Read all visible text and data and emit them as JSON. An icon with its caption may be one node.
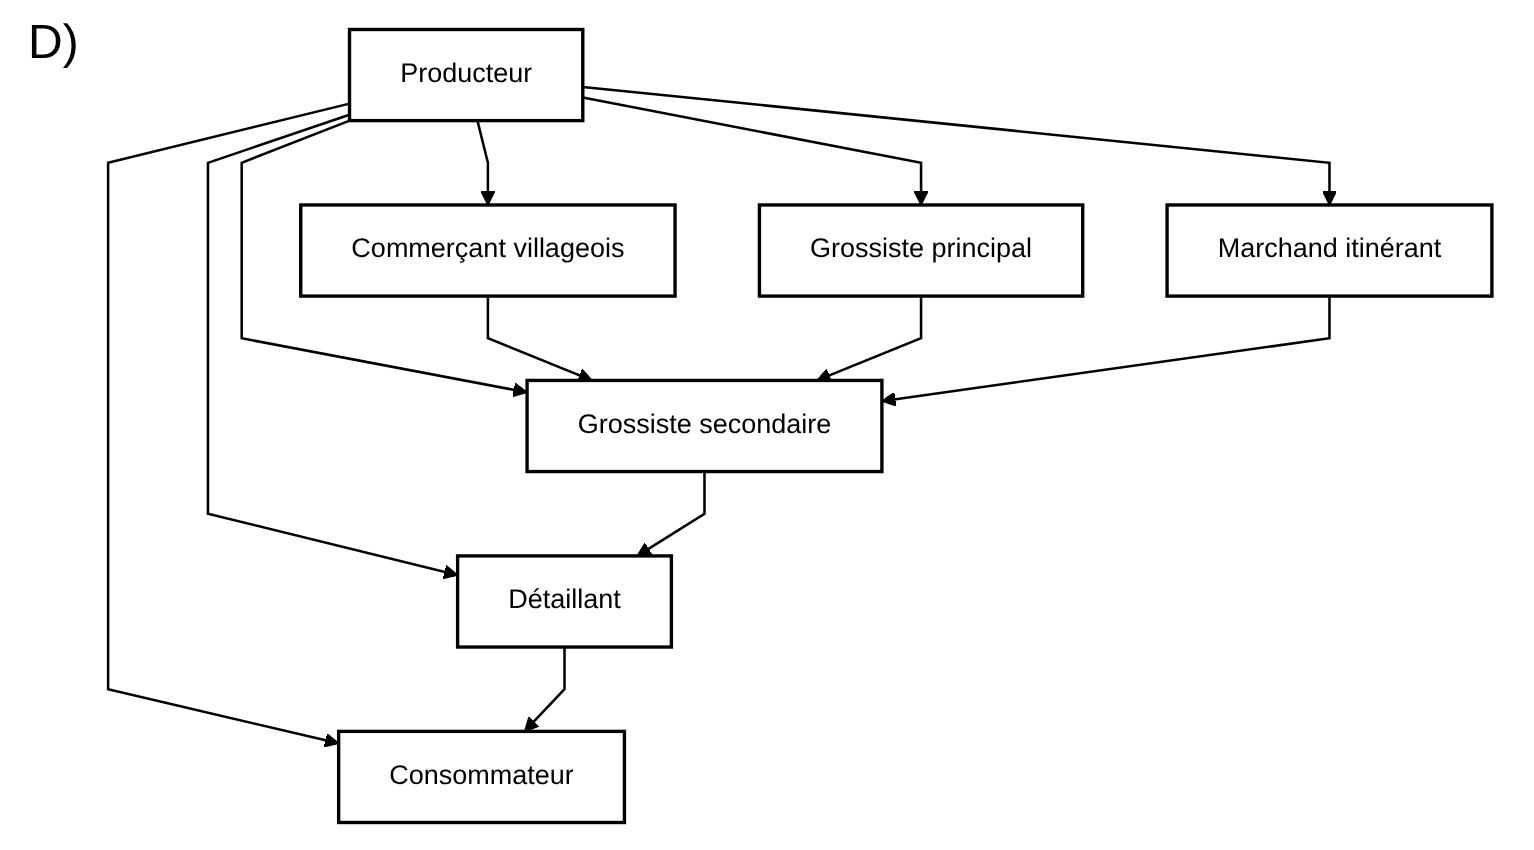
{
  "diagram": {
    "nodes": [
      {
        "text": [
          "Producteur"
        ]
      },
      {
        "text": [
          "Commerçant villageois"
        ]
      },
      {
        "text": [
          "Marchand itinérant"
        ]
      },
      {
        "text": [
          "Grossiste principal"
        ]
      },
      {
        "text": [
          "Consommateur"
        ]
      },
      {
        "text": [
          "Grossiste secondaire"
        ]
      },
      {
        "text": [
          "Détaillant"
        ]
      }
    ],
    "edges": [
      {
        "from": 0,
        "to": 1,
        "arrow": "to"
      },
      {
        "from": 0,
        "to": 3,
        "arrow": "to"
      },
      {
        "from": 0,
        "to": 5,
        "arrow": "to"
      },
      {
        "from": 0,
        "to": 6,
        "arrow": "to"
      },
      {
        "from": 0,
        "to": 2,
        "arrow": "to"
      },
      {
        "from": 0,
        "to": 4,
        "arrow": "to"
      },
      {
        "from": 1,
        "to": 5,
        "arrow": "to"
      },
      {
        "from": 3,
        "to": 5,
        "arrow": "to"
      },
      {
        "from": 2,
        "to": 5,
        "arrow": "to"
      },
      {
        "from": 5,
        "to": 6,
        "arrow": "to"
      },
      {
        "from": 6,
        "to": 4,
        "arrow": "to"
      }
    ],
    "labels": [
      "D)"
    ]
  }
}
